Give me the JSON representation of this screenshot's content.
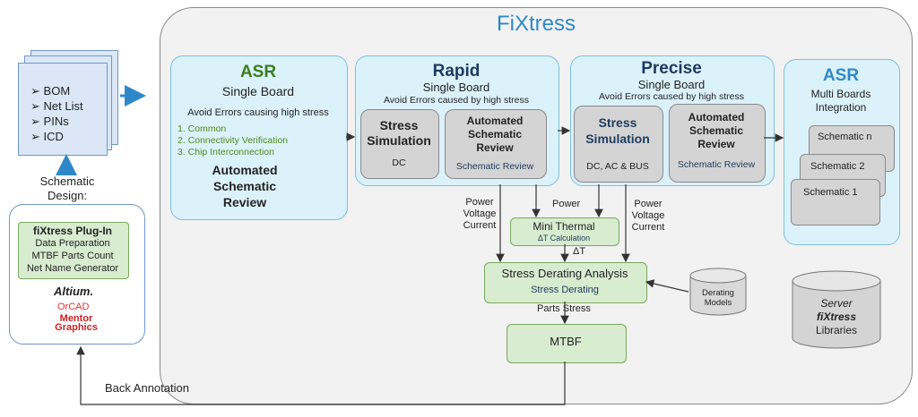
{
  "title": "FiXtress",
  "docs": {
    "items": [
      "BOM",
      "Net List",
      "PINs",
      "ICD"
    ],
    "caption_line1": "Schematic",
    "caption_line2": "Design:"
  },
  "plugin": {
    "title": "fiXtress Plug-In",
    "lines": [
      "Data Preparation",
      "MTBF Parts Count",
      "Net Name Generator"
    ],
    "logos": {
      "altium": "Altium.",
      "orcad": "OrCAD",
      "mentor_line1": "Mentor",
      "mentor_line2": "Graphics"
    }
  },
  "back_annotation": "Back Annotation",
  "asr_single": {
    "title": "ASR",
    "subtitle": "Single Board",
    "desc": "Avoid Errors causing high stress",
    "list": [
      "1.   Common",
      "2.   Connectivity Verification",
      "3.   Chip Interconnection"
    ],
    "footer_line1": "Automated",
    "footer_line2": "Schematic",
    "footer_line3": "Review"
  },
  "rapid": {
    "title": "Rapid",
    "subtitle": "Single Board",
    "desc": "Avoid Errors caused by high stress",
    "stress_line1": "Stress",
    "stress_line2": "Simulation",
    "stress_sub": "DC",
    "auto_line1": "Automated",
    "auto_line2": "Schematic",
    "auto_line3": "Review",
    "auto_sub": "Schematic Review"
  },
  "precise": {
    "title": "Precise",
    "subtitle": "Single Board",
    "desc": "Avoid Errors caused by high stress",
    "stress_line1": "Stress",
    "stress_line2": "Simulation",
    "stress_sub": "DC, AC & BUS",
    "auto_line1": "Automated",
    "auto_line2": "Schematic",
    "auto_line3": "Review",
    "auto_sub": "Schematic Review"
  },
  "asr_multi": {
    "title": "ASR",
    "line1": "Multi Boards",
    "line2": "Integration",
    "schematics": [
      "Schematic n",
      "Schematic 2",
      "Schematic 1"
    ]
  },
  "labels": {
    "pvc_left": [
      "Power",
      "Voltage",
      "Current"
    ],
    "power_mid": "Power",
    "pvc_right": [
      "Power",
      "Voltage",
      "Current"
    ],
    "delta_t": "ΔT",
    "parts_stress": "Parts Stress"
  },
  "mini_thermal": {
    "title": "Mini Thermal",
    "sub": "ΔT Calculation"
  },
  "stress_derating": {
    "title": "Stress Derating Analysis",
    "sub": "Stress Derating"
  },
  "mtbf": "MTBF",
  "derating_models": [
    "Derating",
    "Models"
  ],
  "server": {
    "line1": "Server",
    "line2": "fiXtress",
    "line3": "Libraries"
  },
  "colors": {
    "accent_blue": "#2e88c8",
    "asr_green": "#3a7d1e",
    "list_green": "#4f8a1e",
    "dark_navy": "#1f3a5f"
  }
}
